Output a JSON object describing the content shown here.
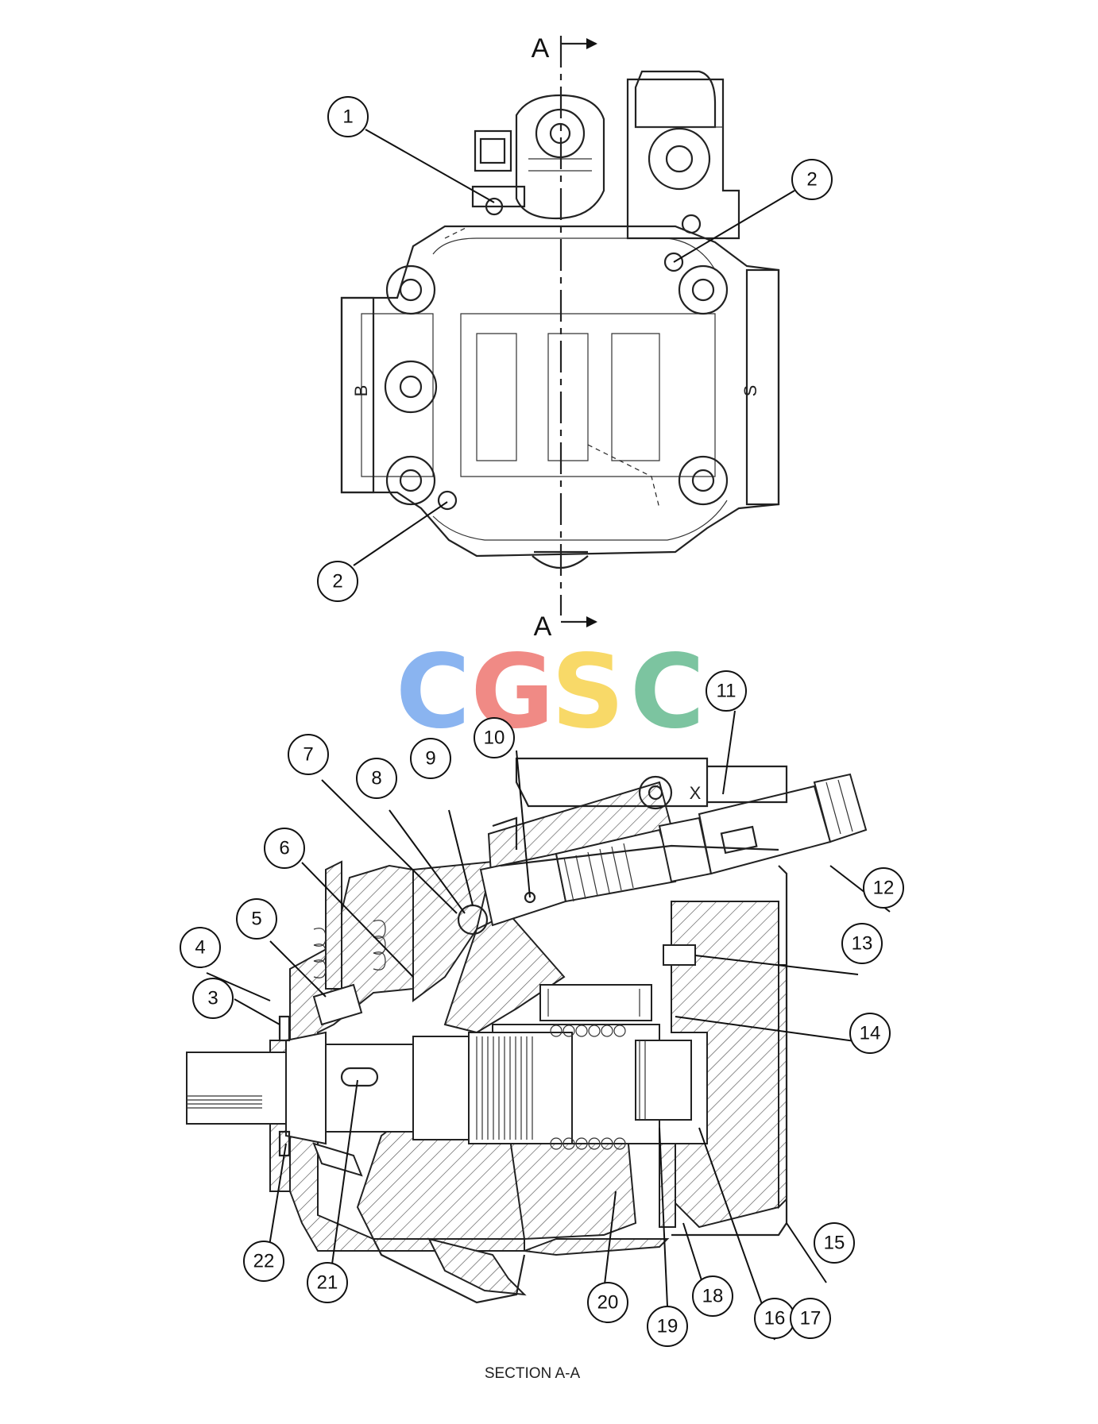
{
  "drawing": {
    "section_marker": "A",
    "section_caption": "SECTION A-A",
    "port_labels": [
      "B",
      "S"
    ],
    "valve_port_label": "X"
  },
  "watermark": {
    "letters": [
      "C",
      "G",
      "S",
      "C"
    ],
    "colors": [
      "#8ab4f0",
      "#f08a85",
      "#f8d968",
      "#7cc4a0"
    ]
  },
  "callouts_top": [
    "1",
    "2",
    "2"
  ],
  "callouts_section": [
    "3",
    "4",
    "5",
    "6",
    "7",
    "8",
    "9",
    "10",
    "11",
    "12",
    "13",
    "14",
    "15",
    "16",
    "17",
    "18",
    "19",
    "20",
    "21",
    "22"
  ]
}
